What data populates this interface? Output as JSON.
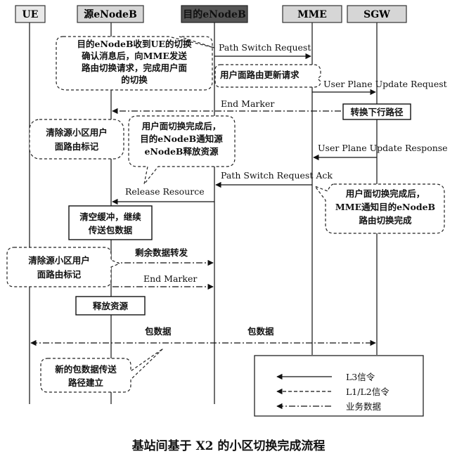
{
  "nodes": {
    "ue": "UE",
    "src_enb": "源eNodeB",
    "tgt_enb": "目的eNodeB",
    "mme": "MME",
    "sgw": "SGW"
  },
  "messages": {
    "path_switch_request": "Path Switch Request",
    "up_update_request": "User Plane Update Request",
    "end_marker_1": "End Marker",
    "up_update_response": "User Plane Update Response",
    "path_switch_ack": "Path Switch Request Ack",
    "release_resource": "Release Resource",
    "remaining_data": "剩余数据转发",
    "end_marker_2": "End Marker",
    "packet_data_left": "包数据",
    "packet_data_right": "包数据"
  },
  "notes": {
    "target_recv": [
      "目的eNodeB收到UE的切换",
      "确认消息后，向MME发送",
      "路由切换请求，完成用户面",
      "的切换"
    ],
    "up_update": [
      "用户面路由更新请求"
    ],
    "switch_downlink": [
      "转换下行路径"
    ],
    "clear_src_1": [
      "清除源小区用户",
      "面路由标记"
    ],
    "notify_release": [
      "用户面切换完成后，",
      "目的eNodeB通知源",
      "eNodeB释放资源"
    ],
    "mme_notify": [
      "用户面切换完成后，",
      "MME通知目的eNodeB",
      "路由切换完成"
    ],
    "clear_buffer": [
      "清空缓冲，继续",
      "传送包数据"
    ],
    "clear_src_2": [
      "清除源小区用户",
      "面路由标记"
    ],
    "release_resource_box": [
      "释放资源"
    ],
    "new_path": [
      "新的包数据传送",
      "路径建立"
    ]
  },
  "legend": {
    "l3": "L3信令",
    "l1l2": "L1/L2信令",
    "traffic": "业务数据"
  },
  "caption": "基站间基于 X2 的小区切换完成流程"
}
